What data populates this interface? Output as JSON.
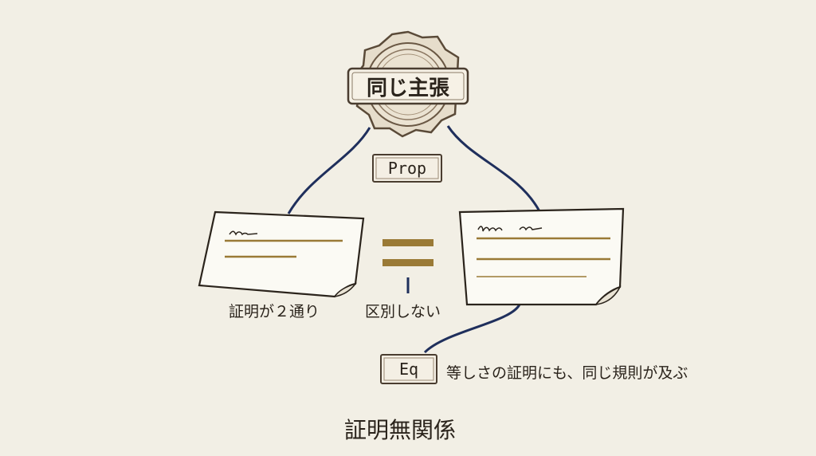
{
  "seal": {
    "label": "同じ主張"
  },
  "type_tags": {
    "prop": "Prop",
    "eq": "Eq"
  },
  "labels": {
    "two_proofs": "証明が２通り",
    "no_distinction": "区別しない",
    "eq_note": "等しさの証明にも、同じ規則が及ぶ",
    "title": "証明無関係"
  },
  "colors": {
    "background": "#f2efe5",
    "connector": "#1f2f5c",
    "equals_sign": "#9a7a36",
    "paper": "#fbfaf4",
    "ink": "#2a231b"
  }
}
